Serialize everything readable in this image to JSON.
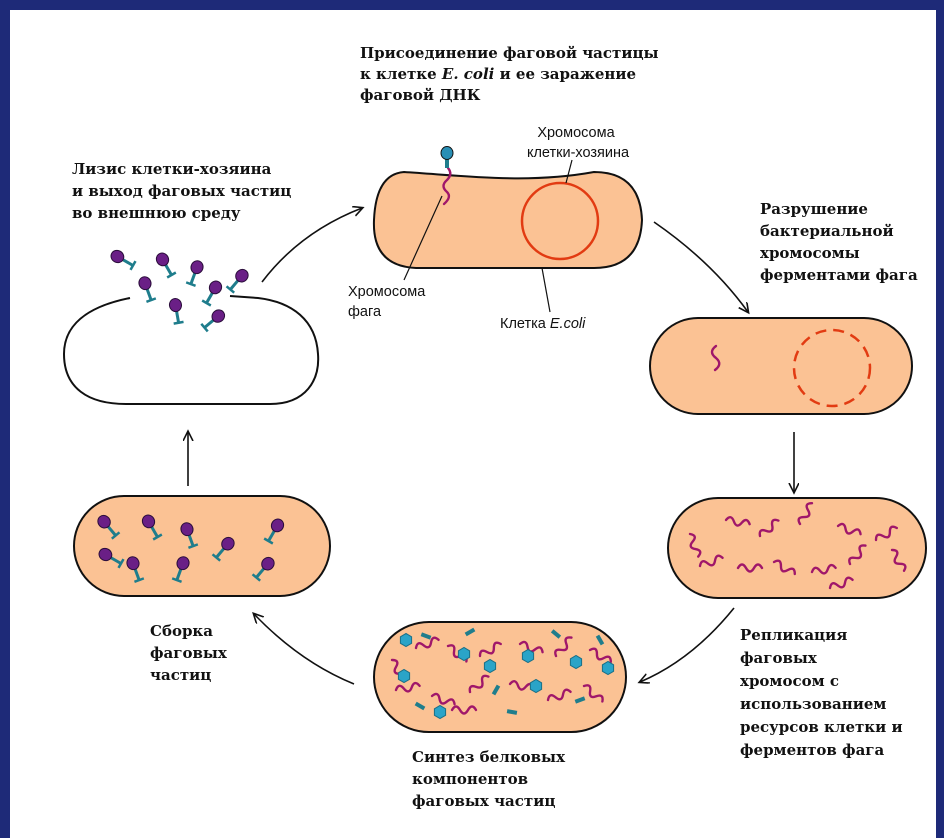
{
  "colors": {
    "frame": "#1e2a78",
    "cell_fill": "#fbc294",
    "outline": "#111111",
    "host_chromosome": "#e23b12",
    "phage_dna": "#a0176a",
    "phage_head": "#6a1f86",
    "phage_tail": "#1f7d8c",
    "protein": "#2aa4c8"
  },
  "stages": {
    "attachment": {
      "title_lines": [
        "Присоединение фаговой частицы",
        "к клетке",
        "E. coli",
        "и ее заражение",
        "фаговой ДНК"
      ],
      "label_host_chromosome": [
        "Хромосома",
        "клетки-хозяина"
      ],
      "label_phage_chromosome": [
        "Хромосома",
        "фага"
      ],
      "label_cell_prefix": "Клетка ",
      "label_cell_italic": "E.coli"
    },
    "destruction": {
      "title_lines": [
        "Разрушение",
        "бактериальной",
        "хромосомы",
        "ферментами фага"
      ]
    },
    "replication": {
      "title_lines": [
        "Репликация",
        "фаговых",
        "хромосом с",
        "использованием",
        "ресурсов клетки и",
        "ферментов фага"
      ]
    },
    "synthesis": {
      "title_lines": [
        "Синтез белковых",
        "компонентов",
        "фаговых частиц"
      ]
    },
    "assembly": {
      "title_lines": [
        "Сборка",
        "фаговых",
        "частиц"
      ]
    },
    "lysis": {
      "title_lines": [
        "Лизис клетки-хозяина",
        "и выход фаговых частиц",
        "во внешнюю среду"
      ]
    }
  }
}
